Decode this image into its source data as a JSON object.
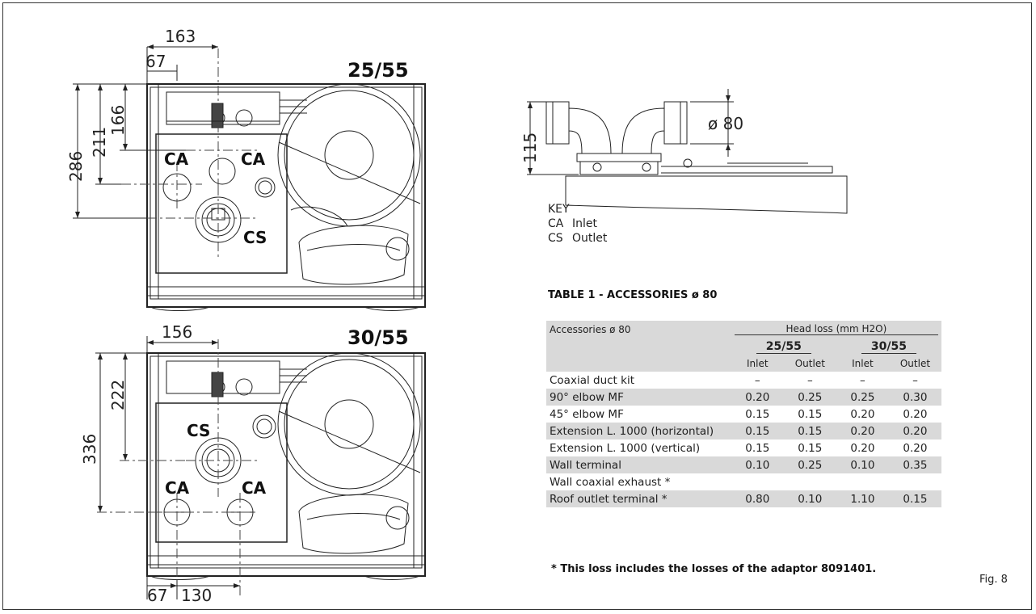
{
  "top_drawing": {
    "model": "25/55",
    "dims": [
      "163",
      "67",
      "286",
      "211",
      "166"
    ],
    "ports": [
      "CA",
      "CA",
      "CS"
    ]
  },
  "bottom_drawing": {
    "model": "30/55",
    "dims": [
      "156",
      "336",
      "222",
      "67",
      "130"
    ],
    "ports": [
      "CS",
      "CA",
      "CA"
    ]
  },
  "side_drawing": {
    "dims": [
      "115",
      "ø 80"
    ]
  },
  "key": {
    "title": "KEY",
    "items": [
      {
        "code": "CA",
        "label": "Inlet"
      },
      {
        "code": "CS",
        "label": "Outlet"
      }
    ]
  },
  "table": {
    "title": "TABLE 1 - ACCESSORIES ø 80",
    "col_header": "Accessories ø 80",
    "group_header": "Head loss (mm H2O)",
    "models": [
      "25/55",
      "30/55"
    ],
    "subheaders": [
      "Inlet",
      "Outlet",
      "Inlet",
      "Outlet"
    ],
    "rows": [
      {
        "name": "Coaxial duct kit",
        "values": [
          "–",
          "–",
          "–",
          "–"
        ]
      },
      {
        "name": "90° elbow MF",
        "values": [
          "0.20",
          "0.25",
          "0.25",
          "0.30"
        ]
      },
      {
        "name": "45° elbow MF",
        "values": [
          "0.15",
          "0.15",
          "0.20",
          "0.20"
        ]
      },
      {
        "name": "Extension L. 1000 (horizontal)",
        "values": [
          "0.15",
          "0.15",
          "0.20",
          "0.20"
        ]
      },
      {
        "name": "Extension L. 1000 (vertical)",
        "values": [
          "0.15",
          "0.15",
          "0.20",
          "0.20"
        ]
      },
      {
        "name": "Wall terminal",
        "values": [
          "0.10",
          "0.25",
          "0.10",
          "0.35"
        ]
      },
      {
        "name": "Wall coaxial exhaust *",
        "values": [
          "",
          "",
          "",
          ""
        ]
      },
      {
        "name": "Roof outlet terminal *",
        "values": [
          "0.80",
          "0.10",
          "1.10",
          "0.15"
        ]
      }
    ],
    "footnote": "* This loss includes the losses of the adaptor 8091401."
  },
  "figure_label": "Fig. 8"
}
